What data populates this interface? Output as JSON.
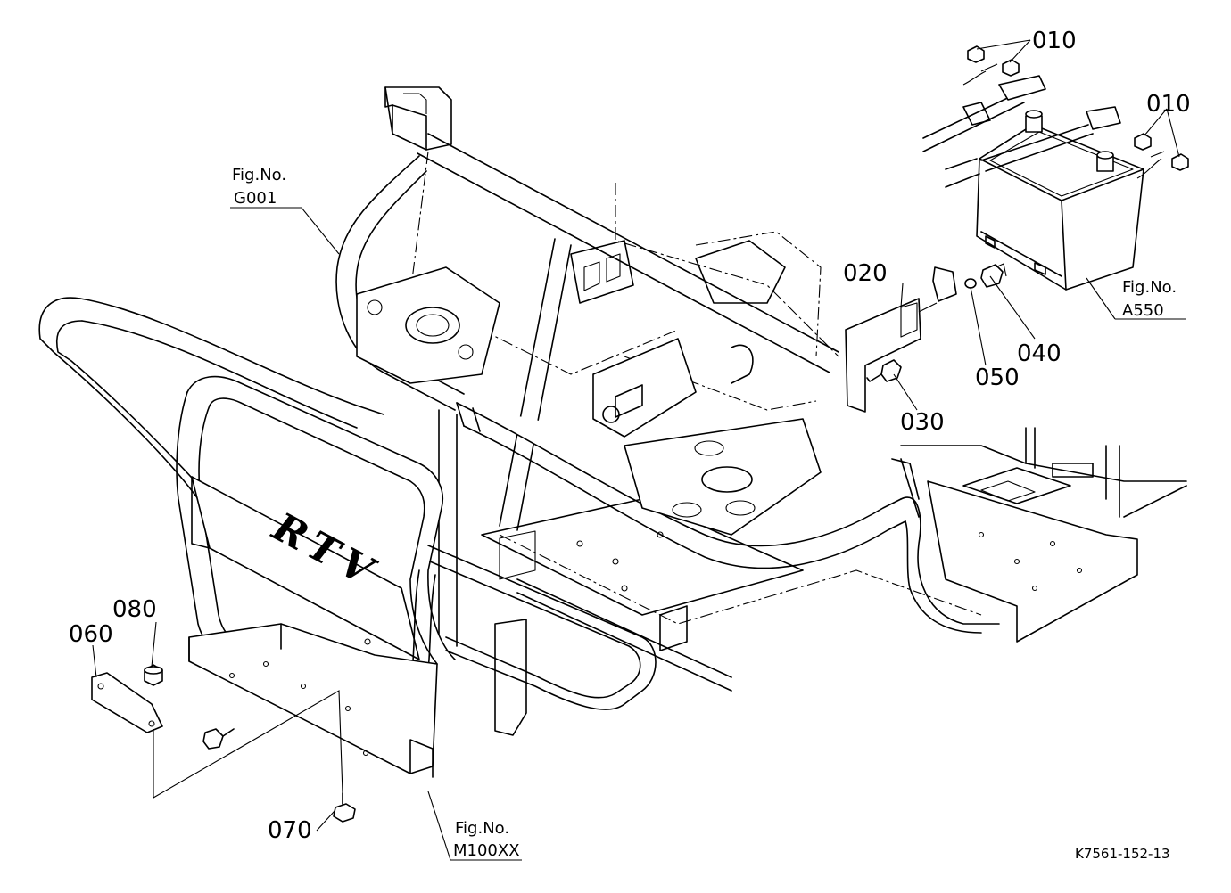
{
  "part_numbers": {
    "p010a": "010",
    "p010b": "010",
    "p020": "020",
    "p030": "030",
    "p040": "040",
    "p050": "050",
    "p060": "060",
    "p070": "070",
    "p080": "080"
  },
  "figure_refs": {
    "g001": {
      "line1": "Fig.No.",
      "line2": "G001"
    },
    "a550": {
      "line1": "Fig.No.",
      "line2": "A550"
    },
    "m100xx": {
      "line1": "Fig.No.",
      "line2": "M100XX"
    }
  },
  "emblem_text": "RTV",
  "drawing_code": "K7561-152-13"
}
